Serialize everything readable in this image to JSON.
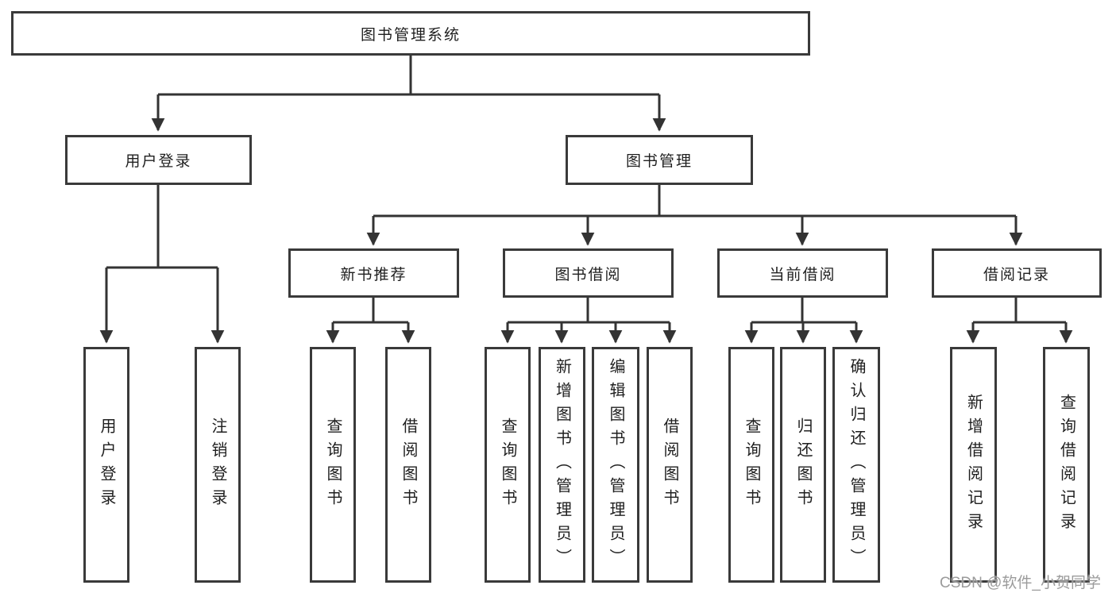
{
  "diagram": {
    "root": "图书管理系统",
    "level1": {
      "user_login": "用户登录",
      "book_management": "图书管理"
    },
    "level2": {
      "new_book_recommend": "新书推荐",
      "book_borrowing": "图书借阅",
      "current_borrowing": "当前借阅",
      "borrowing_records": "借阅记录"
    },
    "groups": {
      "user_login_children": [
        "用户登录",
        "注销登录"
      ],
      "new_book_children": [
        "查询图书",
        "借阅图书"
      ],
      "borrowing_children": [
        "查询图书",
        "新增图书（管理员）",
        "编辑图书（管理员）",
        "借阅图书"
      ],
      "current_children": [
        "查询图书",
        "归还图书",
        "确认归还（管理员）"
      ],
      "record_children": [
        "新增借阅记录",
        "查询借阅记录"
      ]
    }
  },
  "watermark": "CSDN @软件_小贺同学",
  "colors": {
    "line": "#333333",
    "box_border": "#3a3a3a",
    "text": "#1f1f1f",
    "watermark": "#9b9b9b",
    "background": "#ffffff"
  }
}
